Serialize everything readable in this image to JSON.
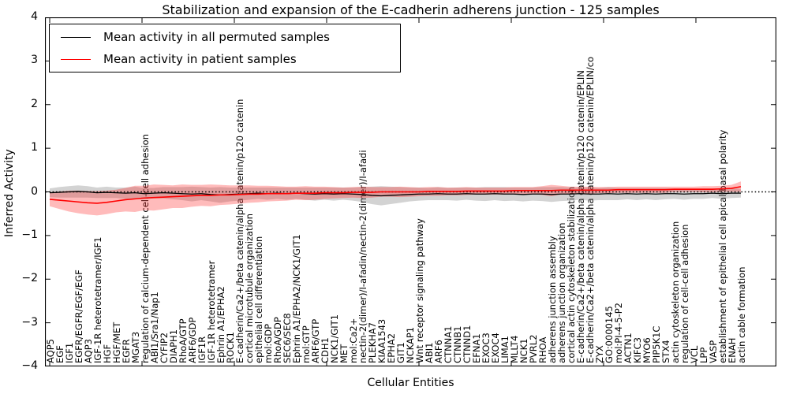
{
  "figure": {
    "title": "Stabilization and expansion of the E-cadherin adherens junction - 125 samples",
    "xlabel": "Cellular Entities",
    "ylabel": "Inferred Activity"
  },
  "legend": {
    "items": [
      {
        "label": "Mean activity in all permuted samples",
        "color": "#000000"
      },
      {
        "label": "Mean activity in patient samples",
        "color": "#ff0000"
      }
    ]
  },
  "chart_data": {
    "type": "line",
    "title": "Stabilization and expansion of the E-cadherin adherens junction - 125 samples",
    "xlabel": "Cellular Entities",
    "ylabel": "Inferred Activity",
    "ylim": [
      -4,
      4
    ],
    "yticks": [
      4,
      3,
      2,
      1,
      0,
      -1,
      -2,
      -3,
      -4
    ],
    "ytick_labels": [
      "4",
      "3",
      "2",
      "1",
      "0",
      "−1",
      "−2",
      "−3",
      "−4"
    ],
    "grid": false,
    "legend_position": "upper left",
    "reference_line": {
      "y": 0,
      "style": "dotted",
      "color": "#000000"
    },
    "categories": [
      "AQP5",
      "EGF",
      "IGF1",
      "EGFR/EGFR/EGF/EGF",
      "AQP3",
      "IGF-1R heterotetramer/IGF1",
      "HGF",
      "HGF/MET",
      "EGFR",
      "MGAT3",
      "regulation of calcium-dependent cell-cell adhesion",
      "ABI1/Sra1/Nap1",
      "CYFIP2",
      "DIAPH1",
      "RhoA/GTP",
      "ARF6/GDP",
      "IGF1R",
      "IGF-1R heterotetramer",
      "Ephrin A1/EPHA2",
      "ROCK1",
      "E-cadherin/Ca2+/beta catenin/alpha catenin/p120 catenin",
      "cortical microtubule organization",
      "epithelial cell differentiation",
      "mol:GDP",
      "RhoA/GDP",
      "SEC6/SEC8",
      "Ephrin A1/EPHA2/NCK1/GIT1",
      "mol:GTP",
      "ARF6/GTP",
      "CDH1",
      "NCK1/GIT1",
      "MET",
      "mol:Ca2+",
      "nectin-2(dimer)/I-afadin/nectin-2(dimer)/I-afadi",
      "PLEKHA7",
      "KIAA1543",
      "EPHA2",
      "GIT1",
      "NCKAP1",
      "Wnt receptor signaling pathway",
      "ABI1",
      "ARF6",
      "CTNNA1",
      "CTNNB1",
      "CTNND1",
      "EFNA1",
      "EXOC3",
      "EXOC4",
      "LIMA1",
      "MLLT4",
      "NCK1",
      "PVRL2",
      "RHOA",
      "adherens junction assembly",
      "adherens junction organization",
      "cortical actin cytoskeleton stabilization",
      "E-cadherin/Ca2+/beta catenin/alpha catenin/p120 catenin/EPLIN",
      "E-cadherin/Ca2+/beta catenin/alpha catenin/p120 catenin/EPLIN/co",
      "ZYX",
      "GO:0000145",
      "mol:PI-4-5-P2",
      "ACTN1",
      "KIFC3",
      "MYO6",
      "PIP5K1C",
      "STX4",
      "actin cytoskeleton organization",
      "regulation of cell-cell adhesion",
      "VCL",
      "LPP",
      "VASP",
      "establishment of epithelial cell apical/basal polarity",
      "ENAH",
      "actin cable formation"
    ],
    "series": [
      {
        "name": "Mean activity in all permuted samples",
        "color": "#000000",
        "band_color": "rgba(130,130,130,0.35)",
        "values": [
          -0.02,
          -0.01,
          0.0,
          0.01,
          0.0,
          -0.02,
          -0.01,
          -0.02,
          -0.03,
          -0.02,
          -0.04,
          -0.03,
          -0.02,
          -0.03,
          -0.04,
          -0.05,
          -0.04,
          -0.06,
          -0.07,
          -0.06,
          -0.05,
          -0.04,
          -0.03,
          -0.04,
          -0.03,
          -0.04,
          -0.03,
          -0.04,
          -0.05,
          -0.04,
          -0.05,
          -0.04,
          -0.05,
          -0.06,
          -0.08,
          -0.09,
          -0.08,
          -0.07,
          -0.06,
          -0.05,
          -0.05,
          -0.04,
          -0.05,
          -0.05,
          -0.04,
          -0.05,
          -0.05,
          -0.04,
          -0.05,
          -0.05,
          -0.06,
          -0.05,
          -0.05,
          -0.06,
          -0.05,
          -0.05,
          -0.04,
          -0.05,
          -0.05,
          -0.04,
          -0.05,
          -0.04,
          -0.05,
          -0.04,
          -0.05,
          -0.04,
          -0.04,
          -0.05,
          -0.04,
          -0.04,
          -0.03,
          -0.04,
          -0.03,
          -0.03
        ],
        "band_halfwidth": [
          0.1,
          0.12,
          0.13,
          0.14,
          0.13,
          0.12,
          0.13,
          0.12,
          0.13,
          0.14,
          0.13,
          0.12,
          0.13,
          0.14,
          0.15,
          0.17,
          0.15,
          0.16,
          0.18,
          0.16,
          0.15,
          0.14,
          0.13,
          0.14,
          0.13,
          0.14,
          0.13,
          0.14,
          0.15,
          0.14,
          0.15,
          0.14,
          0.15,
          0.17,
          0.2,
          0.22,
          0.2,
          0.18,
          0.16,
          0.15,
          0.14,
          0.15,
          0.14,
          0.15,
          0.14,
          0.15,
          0.16,
          0.15,
          0.16,
          0.15,
          0.16,
          0.15,
          0.16,
          0.17,
          0.16,
          0.15,
          0.14,
          0.15,
          0.14,
          0.15,
          0.14,
          0.13,
          0.14,
          0.13,
          0.14,
          0.13,
          0.12,
          0.13,
          0.12,
          0.12,
          0.11,
          0.12,
          0.11,
          0.1
        ]
      },
      {
        "name": "Mean activity in patient samples",
        "color": "#ff0000",
        "band_color": "rgba(255,30,30,0.30)",
        "values": [
          -0.17,
          -0.19,
          -0.21,
          -0.23,
          -0.25,
          -0.26,
          -0.24,
          -0.21,
          -0.18,
          -0.16,
          -0.14,
          -0.13,
          -0.12,
          -0.11,
          -0.1,
          -0.09,
          -0.08,
          -0.08,
          -0.07,
          -0.07,
          -0.06,
          -0.05,
          -0.05,
          -0.04,
          -0.04,
          -0.04,
          -0.03,
          -0.03,
          -0.03,
          -0.02,
          -0.02,
          -0.02,
          -0.01,
          -0.01,
          -0.01,
          0.0,
          0.0,
          0.0,
          0.0,
          0.0,
          0.01,
          0.01,
          0.01,
          0.01,
          0.02,
          0.02,
          0.02,
          0.02,
          0.02,
          0.03,
          0.03,
          0.03,
          0.03,
          0.03,
          0.04,
          0.04,
          0.04,
          0.04,
          0.04,
          0.04,
          0.05,
          0.05,
          0.05,
          0.05,
          0.05,
          0.05,
          0.06,
          0.06,
          0.06,
          0.06,
          0.06,
          0.07,
          0.08,
          0.12
        ],
        "band_halfwidth": [
          0.16,
          0.2,
          0.24,
          0.26,
          0.27,
          0.28,
          0.27,
          0.26,
          0.27,
          0.3,
          0.28,
          0.3,
          0.28,
          0.26,
          0.27,
          0.25,
          0.24,
          0.25,
          0.23,
          0.22,
          0.21,
          0.2,
          0.19,
          0.18,
          0.17,
          0.16,
          0.15,
          0.16,
          0.15,
          0.14,
          0.13,
          0.12,
          0.12,
          0.13,
          0.12,
          0.11,
          0.11,
          0.12,
          0.11,
          0.1,
          0.1,
          0.1,
          0.09,
          0.09,
          0.09,
          0.08,
          0.08,
          0.08,
          0.08,
          0.08,
          0.08,
          0.08,
          0.1,
          0.13,
          0.1,
          0.08,
          0.08,
          0.08,
          0.07,
          0.07,
          0.07,
          0.07,
          0.07,
          0.07,
          0.07,
          0.07,
          0.06,
          0.06,
          0.06,
          0.07,
          0.07,
          0.07,
          0.08,
          0.12
        ]
      }
    ]
  }
}
